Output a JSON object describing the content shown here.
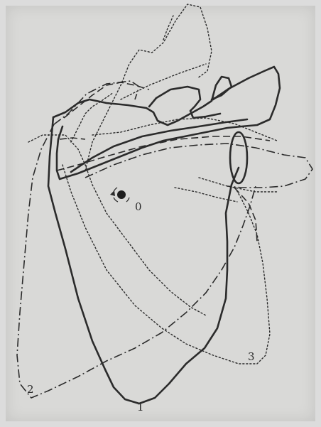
{
  "labels": {
    "center": "0",
    "position_1": "1",
    "position_2": "2",
    "position_3": "3"
  },
  "colors": {
    "background": "#d9d9d7",
    "ink": "#2b2b2b"
  }
}
